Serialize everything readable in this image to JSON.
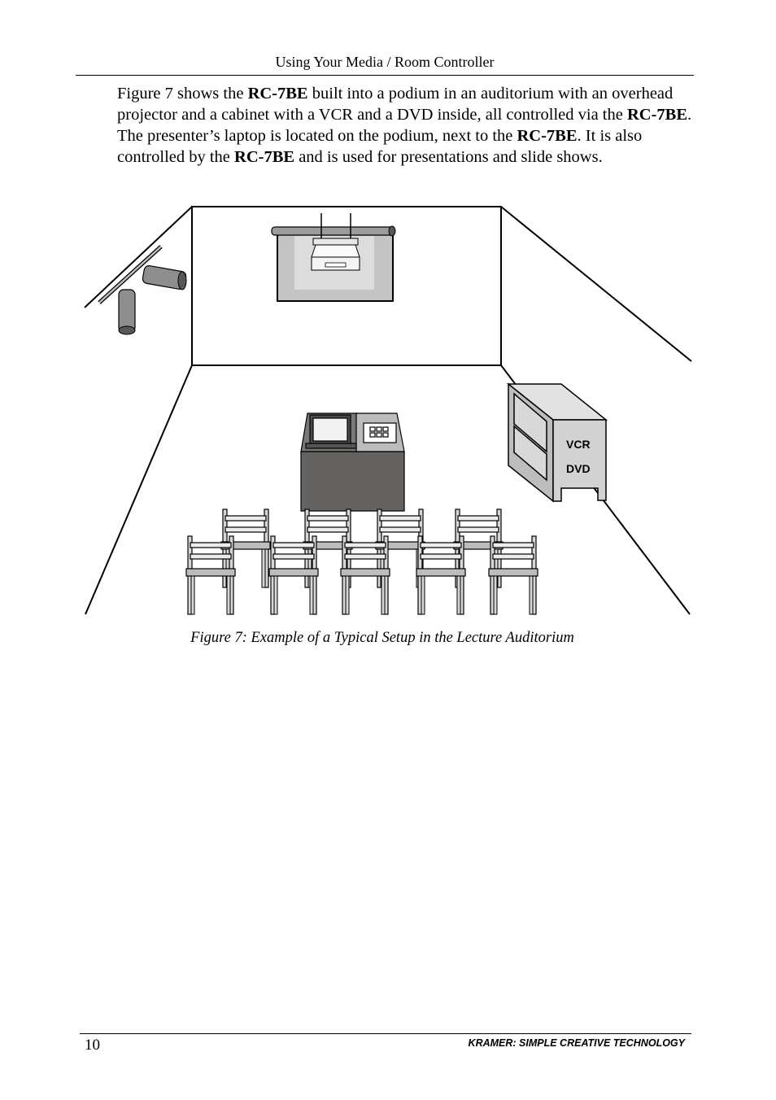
{
  "header": {
    "title": "Using Your Media / Room Controller"
  },
  "paragraph": {
    "s1": "Figure 7 shows the ",
    "b1": "RC-7BE",
    "s2": " built into a podium in an auditorium with an overhead projector and a cabinet with a VCR and a DVD inside, all controlled via the ",
    "b2": "RC-7BE",
    "s3": ". The presenter’s laptop is located on the podium, next to the ",
    "b3": "RC-7BE",
    "s4": ". It is also controlled by the ",
    "b4": "RC-7BE",
    "s5": " and is used for presentations and slide shows."
  },
  "figure": {
    "cabinet_labels": {
      "vcr": "VCR",
      "dvd": "DVD"
    },
    "caption": "Figure 7: Example of a Typical Setup in the Lecture Auditorium"
  },
  "footer": {
    "page_number": "10",
    "brand": "KRAMER:  SIMPLE CREATIVE TECHNOLOGY"
  },
  "colors": {
    "podium": "#656362",
    "chair": "#d6d6d6",
    "cabinet": "#d2d2d2",
    "screen": "#c4c4c4"
  }
}
